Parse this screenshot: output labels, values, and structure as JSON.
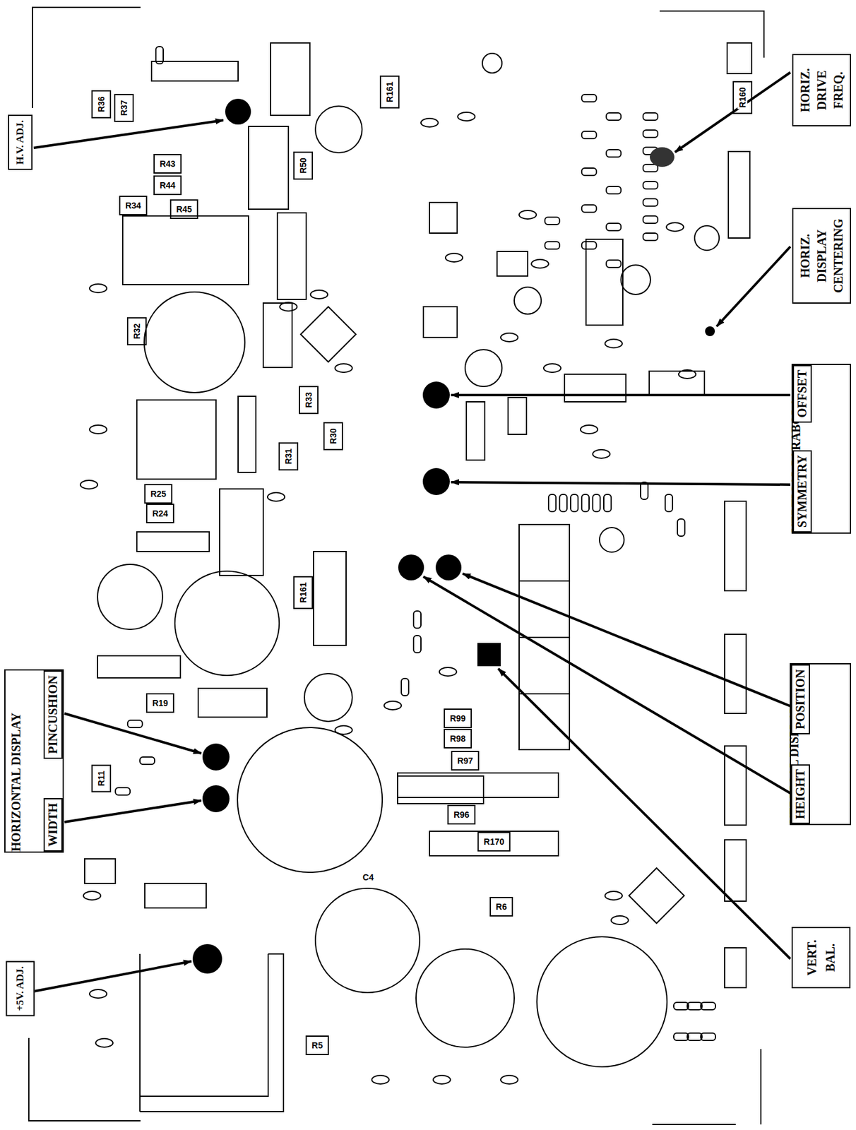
{
  "diagram": {
    "nodes": [
      {
        "text": [
          "H.V. ADJ."
        ]
      },
      {
        "text": [
          "HORIZONTAL DISPLAY"
        ]
      },
      {
        "text": [
          "WIDTH"
        ],
        "in": 1
      },
      {
        "text": [
          "PINCUSHION"
        ],
        "in": 1
      },
      {
        "text": [
          "+5V. ADJ."
        ]
      },
      {
        "text": [
          "HORIZ. DRIVE FREQ."
        ]
      },
      {
        "text": [
          "HORIZ. DISPLAY CENTERING"
        ]
      },
      {
        "text": [
          "VERTICAL PARABOLA"
        ]
      },
      {
        "text": [
          "SYMMETRY"
        ],
        "in": 7
      },
      {
        "text": [
          "OFFSET"
        ],
        "in": 7
      },
      {
        "text": [
          "VERTICAL DISPLAY"
        ]
      },
      {
        "text": [
          "HEIGHT"
        ],
        "in": 10
      },
      {
        "text": [
          "POSITION"
        ],
        "in": 10
      },
      {
        "text": [
          "VERT. BAL."
        ]
      }
    ],
    "labels": [
      "R36",
      "R37",
      "R43",
      "R44",
      "R34",
      "R45",
      "R50",
      "R32",
      "R33",
      "R31",
      "R30",
      "R25",
      "R24",
      "R161",
      "R19",
      "R11",
      "R99",
      "R98",
      "R97",
      "R96",
      "R170",
      "R6",
      "R5",
      "R161",
      "R160",
      "C4"
    ]
  }
}
